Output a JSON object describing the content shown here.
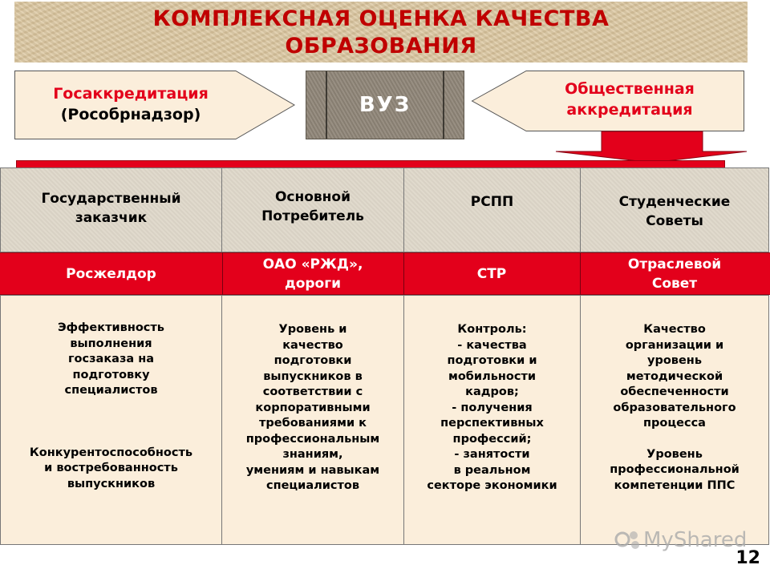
{
  "title": {
    "line1": "КОМПЛЕКСНАЯ ОЦЕНКА КАЧЕСТВА",
    "line2": "ОБРАЗОВАНИЯ"
  },
  "left_arrow": {
    "line1": "Госаккредитация",
    "line2": "(Рособрнадзор)"
  },
  "right_arrow": {
    "line1": "Общественная",
    "line2": "аккредитация"
  },
  "center_block": {
    "label": "ВУЗ"
  },
  "columns": [
    {
      "header": [
        "Государственный",
        "заказчик"
      ],
      "red_label": [
        "Росжелдор"
      ],
      "body": [
        "Эффективность",
        "выполнения",
        "госзаказа на",
        "подготовку",
        "специалистов",
        "",
        "",
        "",
        "Конкурентоспособность",
        "и востребованность",
        "выпускников"
      ]
    },
    {
      "header": [
        "Основной",
        "Потребитель"
      ],
      "red_label": [
        "ОАО «РЖД»,",
        "дороги"
      ],
      "body": [
        "Уровень и",
        "качество",
        "подготовки",
        "выпускников в",
        "соответствии с",
        "корпоративными",
        "требованиями к",
        "профессиональным",
        "знаниям,",
        "умениям и навыкам",
        "специалистов"
      ]
    },
    {
      "header": [
        "РСПП"
      ],
      "red_label": [
        "СТР"
      ],
      "body": [
        "Контроль:",
        "- качества",
        "подготовки и",
        "мобильности",
        "кадров;",
        "- получения",
        "перспективных",
        "профессий;",
        "- занятости",
        "в реальном",
        "секторе экономики"
      ]
    },
    {
      "header": [
        "Студенческие",
        "Советы"
      ],
      "red_label": [
        "Отраслевой",
        "Совет"
      ],
      "body": [
        "Качество",
        "организации и",
        "уровень",
        "методической",
        "обеспеченности",
        "образовательного",
        "процесса",
        "",
        "Уровень",
        "профессиональной",
        "компетенции ППС"
      ]
    }
  ],
  "page_number": "12",
  "watermark": "MyShared",
  "colors": {
    "title_red": "#c00000",
    "accent_red": "#e3001b",
    "banner_tan": "#ddc9a3",
    "body_cream": "#fbeedb",
    "header_gray": "#dfd8ca",
    "block_gray": "#8f8678"
  }
}
